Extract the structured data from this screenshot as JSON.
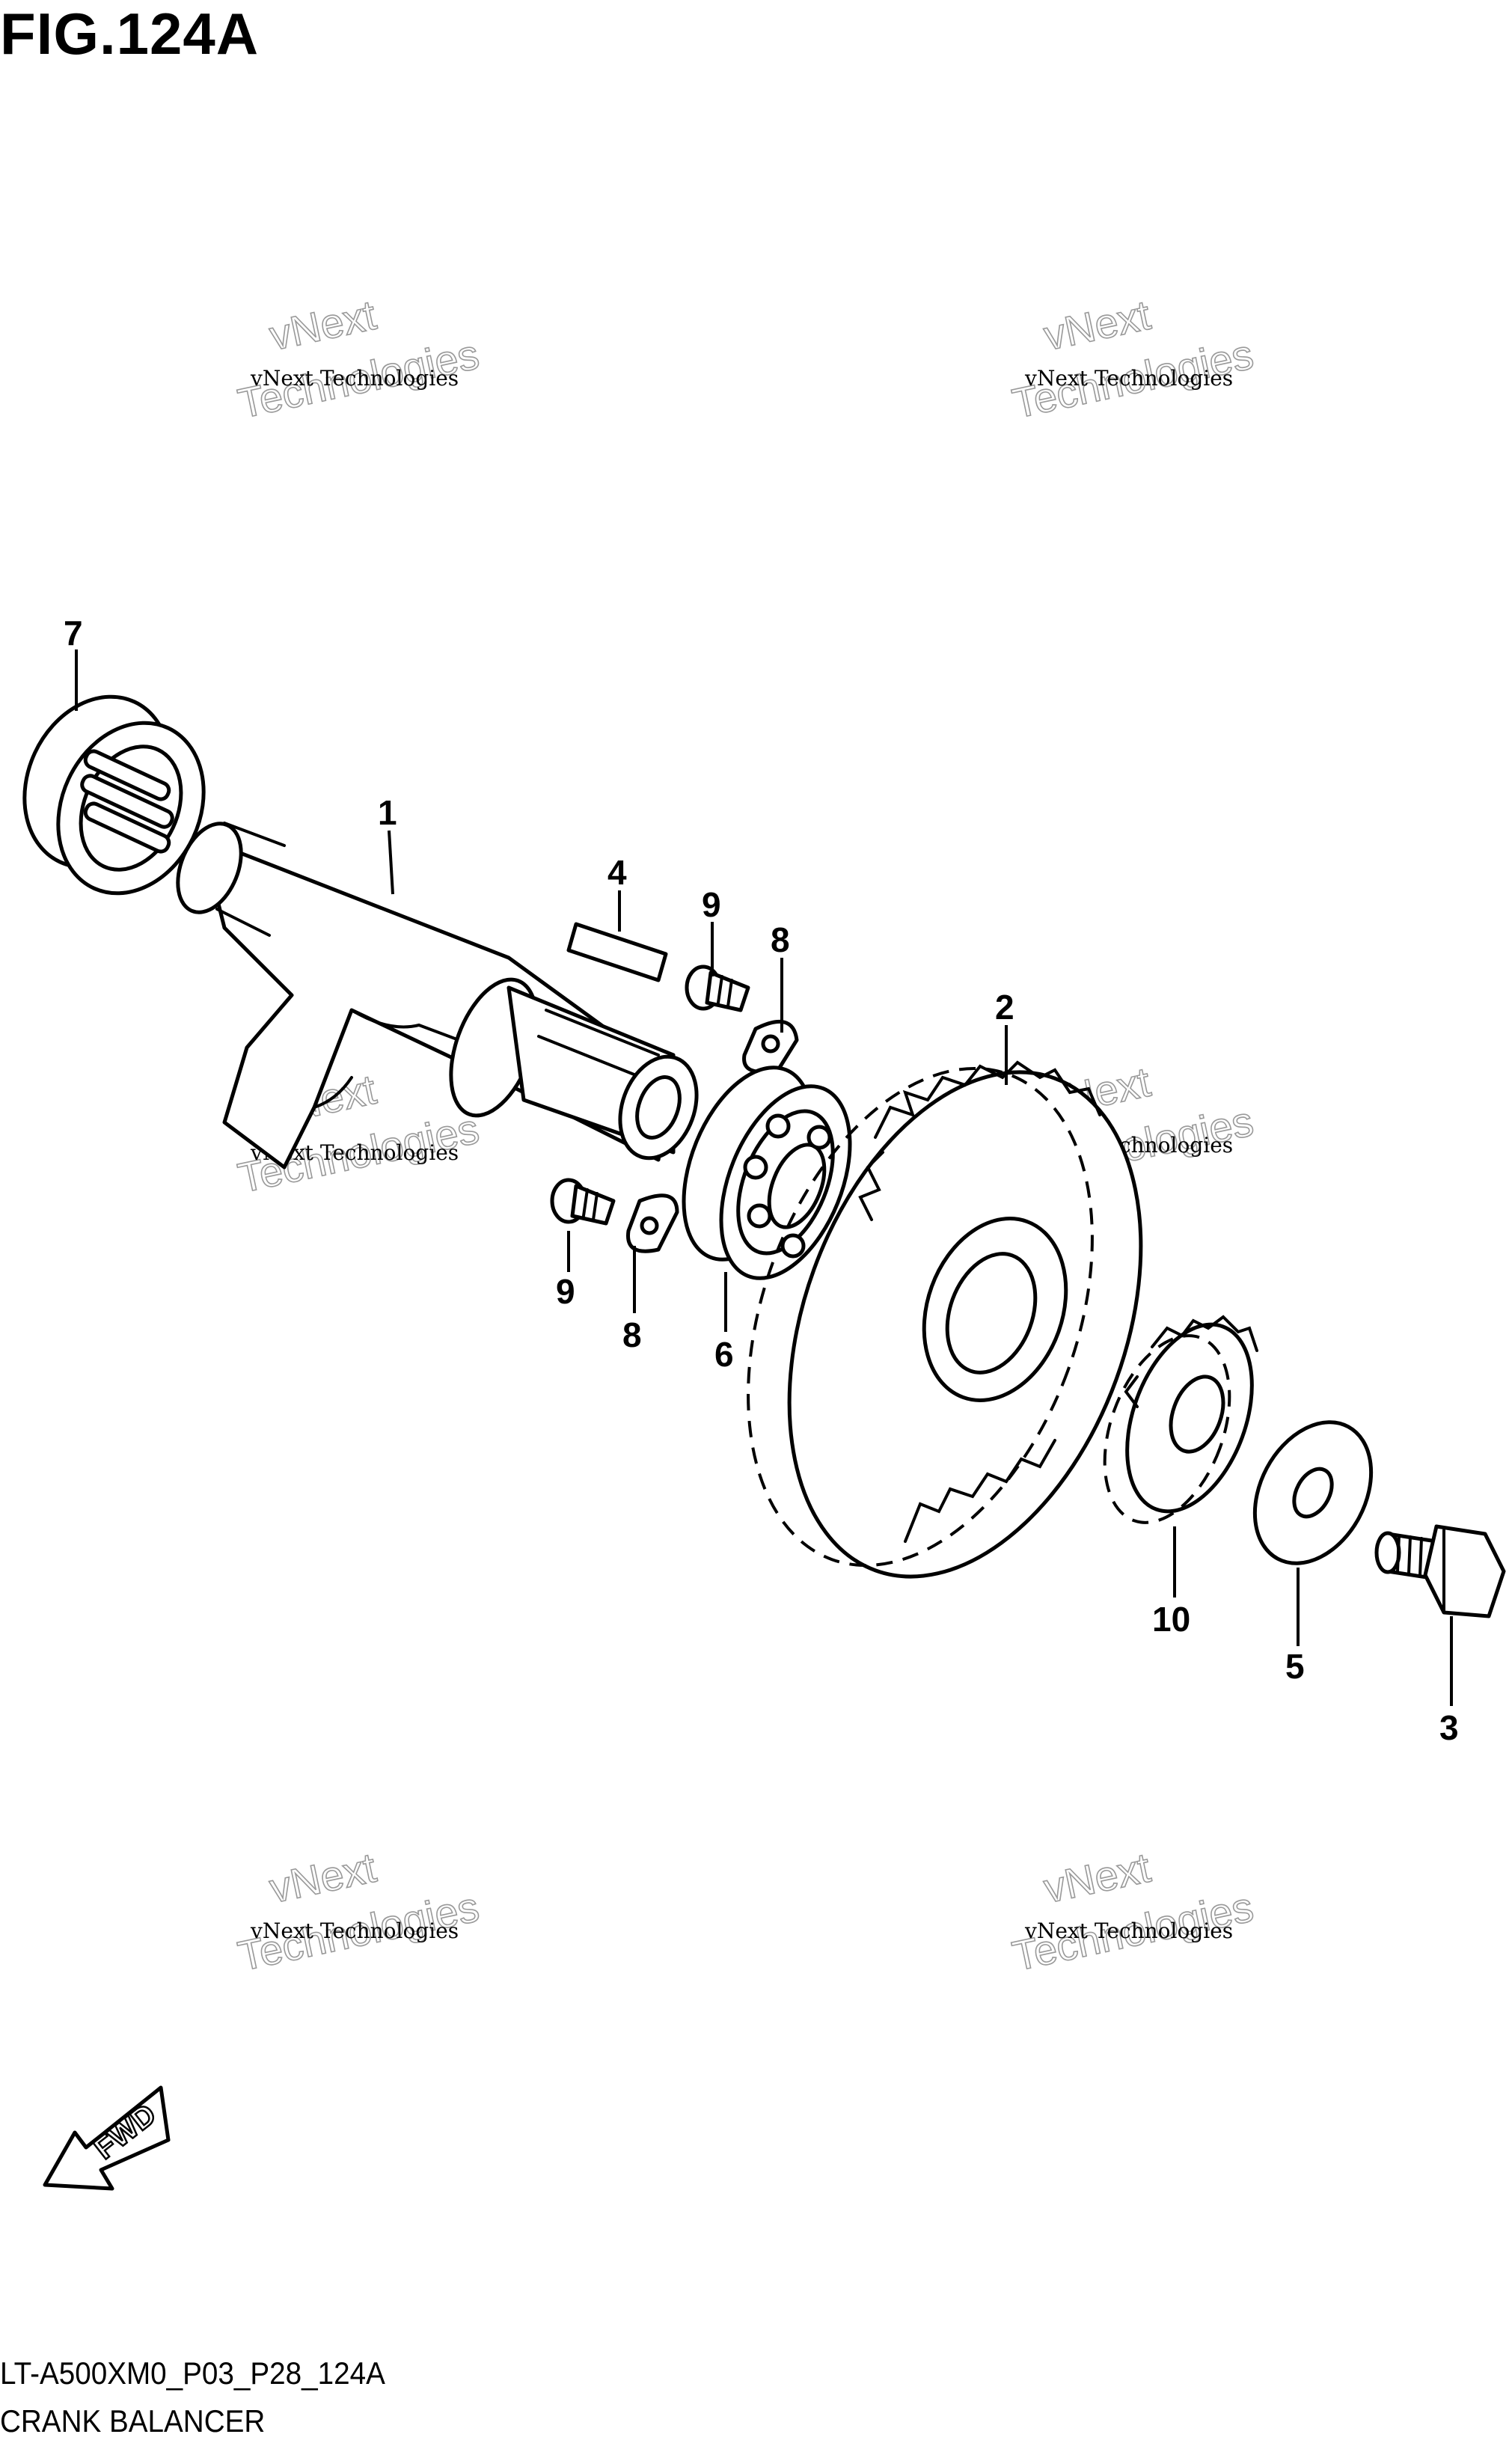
{
  "figure": {
    "title": "FIG.124A",
    "code": "LT-A500XM0_P03_P28_124A",
    "name": "CRANK BALANCER"
  },
  "callouts": [
    "1",
    "2",
    "3",
    "4",
    "5",
    "6",
    "7",
    "8",
    "9",
    "10"
  ],
  "direction_label": "FWD",
  "watermark": {
    "line1": "vNext Technologies",
    "line2": "vNext",
    "line3": "Technologies"
  }
}
